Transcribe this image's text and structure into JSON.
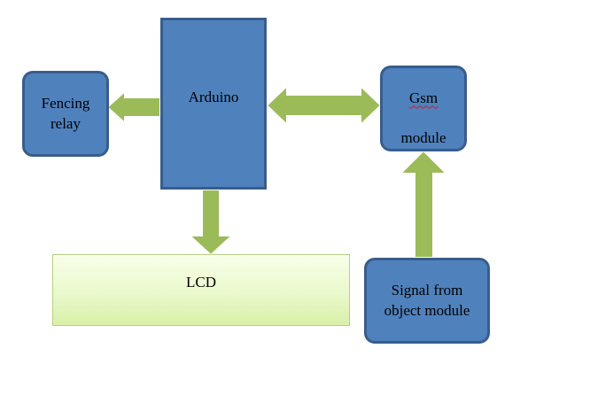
{
  "nodes": {
    "arduino": "Arduino",
    "fencing_relay": "Fencing\nrelay",
    "gsm_prefix": "Gsm",
    "gsm_suffix": "module",
    "lcd": "LCD",
    "signal": "Signal from\nobject module"
  },
  "colors": {
    "block_fill": "#4f81bd",
    "block_border": "#385d8a",
    "arrow_fill": "#9bbb59",
    "lcd_fill": "#eaf8cc"
  }
}
